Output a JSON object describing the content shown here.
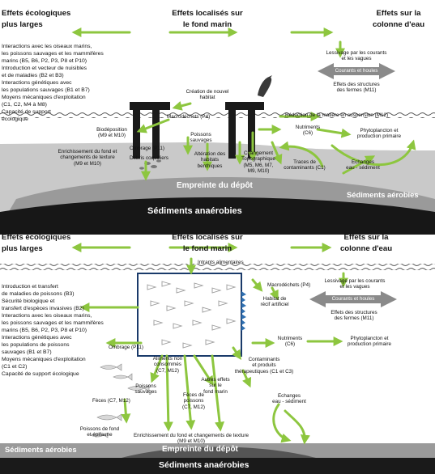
{
  "colors": {
    "arrow": "#8dc63f",
    "sediment_light": "#c9c9c9",
    "sediment_mid": "#9a9a9a",
    "sediment_dark": "#171717",
    "grey_arrow": "#8a8a8a",
    "water_line": "#555555"
  },
  "icons": [
    "seagull-icon",
    "fish-school-icon",
    "wild-fish-icon",
    "mussel-icon"
  ],
  "panel1": {
    "h_left": "Effets écologiques\nplus larges",
    "h_center": "Effets localisés sur\nle fond marin",
    "h_right": "Effets sur la\ncolonne d'eau",
    "left_list": "Interactions avec les oiseaux marins,\nles poissons sauvages et les mammifères\nmarins (B5, B6, P2, P3, P8 et P10)\nIntroduction et vecteur de nuisibles\net de maladies (B2 et B3)\nInteractions génétiques avec\nles populations sauvages (B1 et B7)\nMoyens mécaniques d'exploitation\n(C1, C2, M4 à M8)\nCapacité de support\nécologique",
    "new_habitat": "Création de nouvel\nhabitat",
    "lessivage": "Lessivage par les courants\net les vagues",
    "courants": "Courants et houles",
    "structures": "Effets des structures\ndes fermes (M11)",
    "reduction": "Réduction de la matière en suspension (M12)",
    "nutrients": "Nutriments\n(C6)",
    "phyto": "Phytoplancton et\nproduction primaire",
    "echanges": "Echanges\neau - sédiment",
    "macro": "Macrodéchets (P4)",
    "biodep": "Biodéposition\n(M9 et M10)",
    "ombrage": "Ombrage (P11)",
    "poissons": "Poissons\nsauvages",
    "enrich": "Enrichissement du fond et\nchangements de texture\n(M9 et M10)",
    "debris": "Débris coquilliers",
    "alteration": "Altération des\nhabitats\nbenthiques",
    "changement": "Changement\nTopographique\n(M5, M6, M7,\nM9, M10)",
    "traces": "Traces de\ncontaminants (C1)",
    "empreinte": "Empreinte du dépôt",
    "aerobies": "Sédiments aérobies",
    "anaerobies": "Sédiments anaérobies"
  },
  "panel2": {
    "h_left": "Effets écologiques\nplus larges",
    "h_center": "Effets localisés sur\nle fond marin",
    "h_right": "Effets sur la\ncolonne d'eau",
    "intrants": "Intrants alimentaires",
    "left_list": "Introduction et transfert\nde maladies de poissons (B3)\nSécurité biologique et\ntransfert d'espèces invasives (B2)\nInteractions avec les oiseaux marins,\nles poissons sauvages et les mammifères\nmarins (B5, B6, P2, P3, P8 et P10)\nInteractions génétiques avec\nles populations de poissons\nsauvages (B1 et B7)\nMoyens mécaniques d'exploitation\n(C1 et C2)\nCapacité de support écologique",
    "macro": "Macrodéchets (P4)",
    "habitat": "Habitat de\nrécif artificiel",
    "lessivage": "Lessivage par les courants\net les vagues",
    "courants": "Courants et houles",
    "structures": "Effets des structures\ndes fermes (M11)",
    "nutrients": "Nutriments\n(C6)",
    "phyto": "Phytoplancton et\nproduction primaire",
    "ombrage": "Ombrage (P11)",
    "aliments": "Aliments non\nconsommés\n(C7, M12)",
    "contaminants": "Contaminants\net produits\nthérapeutiques (C1 et C3)",
    "poissons": "Poissons\nsauvages",
    "autres": "Autres effets\nsur le\nfond marin",
    "echanges": "Echanges\neau - sédiment",
    "feces": "Fèces (C7, M12)",
    "feces_poissons": "Fèces de\npoissons\n(C7, M12)",
    "fond": "Poissons de fond\net épifaune",
    "enrich": "Enrichissement du fond et changements de texture\n(M9 et M10)",
    "aerobies": "Sédiments aérobies",
    "empreinte": "Empreinte du dépôt",
    "anaerobies": "Sédiments anaérobies"
  }
}
